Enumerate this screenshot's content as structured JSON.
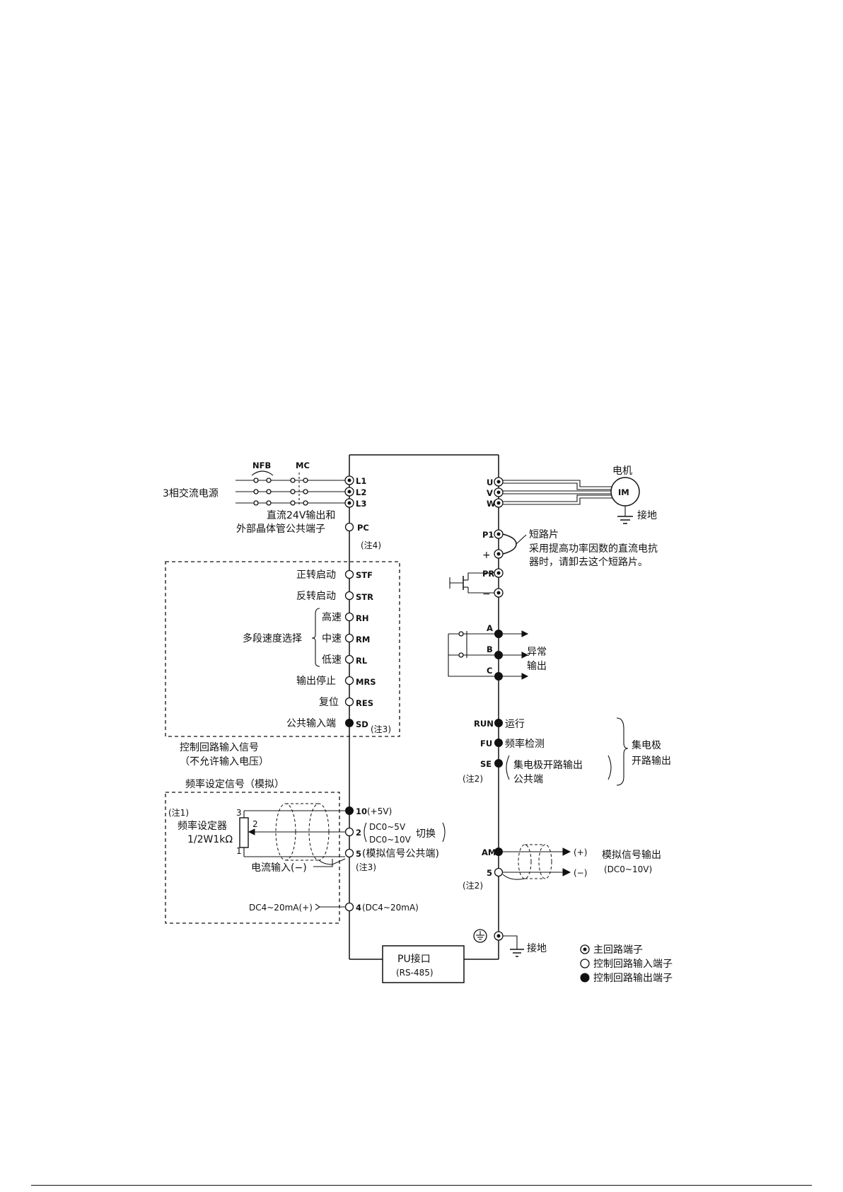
{
  "main_circuit": {
    "power_source": "3相交流电源",
    "breaker": "NFB",
    "contactor": "MC",
    "input_terminals": [
      "L1",
      "L2",
      "L3"
    ],
    "output_terminals": [
      "U",
      "V",
      "W"
    ],
    "motor_title": "电机",
    "motor_label": "IM",
    "motor_ground": "接地"
  },
  "pc_block": {
    "desc_line1": "直流24V输出和",
    "desc_line2": "外部晶体管公共端子",
    "terminal": "PC",
    "note": "(注4)"
  },
  "control_inputs": {
    "fwd_label": "正转启动",
    "fwd_term": "STF",
    "rev_label": "反转启动",
    "rev_term": "STR",
    "multi_speed_label": "多段速度选择",
    "high_label": "高速",
    "high_term": "RH",
    "mid_label": "中速",
    "mid_term": "RM",
    "low_label": "低速",
    "low_term": "RL",
    "stop_label": "输出停止",
    "stop_term": "MRS",
    "reset_label": "复位",
    "reset_term": "RES",
    "common_label": "公共输入端",
    "common_term": "SD",
    "common_note": "(注3)",
    "caption_line1": "控制回路输入信号",
    "caption_line2": "（不允许输入电压）"
  },
  "freq_setting": {
    "caption": "频率设定信号（模拟）",
    "note1": "(注1)",
    "device": "频率设定器",
    "spec": "1/2W1kΩ",
    "pin3": "3",
    "pin2": "2",
    "pin1": "1",
    "t10_num": "10",
    "t10_desc": "(+5V)",
    "t2_num": "2",
    "t2_range1": "DC0~5V",
    "t2_range2": "DC0~10V",
    "t2_switch": "切换",
    "t5_num": "5",
    "t5_desc": "(模拟信号公共端)",
    "t5_note": "(注3)",
    "current_input": "电流输入(−)",
    "dc_input": "DC4~20mA(+)",
    "t4_num": "4",
    "t4_desc": "(DC4~20mA)"
  },
  "dc_link": {
    "p1_term": "P1",
    "plus_sign": "+",
    "pr_term": "PR",
    "minus_sign": "−",
    "jumper_title": "短路片",
    "jumper_line1": "采用提高功率因数的直流电抗",
    "jumper_line2": "器时，请卸去这个短路片。"
  },
  "fault_output": {
    "a_term": "A",
    "b_term": "B",
    "c_term": "C",
    "label_line1": "异常",
    "label_line2": "输出"
  },
  "open_collector": {
    "run_term": "RUN",
    "run_label": "运行",
    "fu_term": "FU",
    "fu_label": "频率检测",
    "se_term": "SE",
    "se_line1": "集电极开路输出",
    "se_line2": "公共端",
    "se_note": "(注2)",
    "group_line1": "集电极",
    "group_line2": "开路输出"
  },
  "analog_output": {
    "am_term": "AM",
    "t5_term": "5",
    "plus": "(+)",
    "minus": "(−)",
    "label": "模拟信号输出",
    "range": "(DC0~10V)",
    "note": "(注2)"
  },
  "ground": {
    "label": "接地"
  },
  "pu_port": {
    "line1": "PU接口",
    "line2": "(RS-485)"
  },
  "legend": {
    "main": "主回路端子",
    "ctrl_in": "控制回路输入端子",
    "ctrl_out": "控制回路输出端子"
  }
}
